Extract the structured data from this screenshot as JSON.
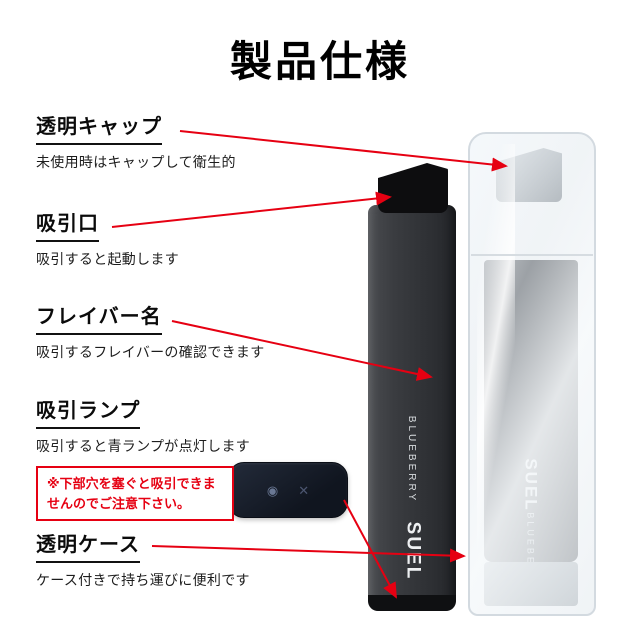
{
  "title": "製品仕様",
  "accent_color": "#e60012",
  "callouts": [
    {
      "heading": "透明キャップ",
      "desc": "未使用時はキャップして衛生的"
    },
    {
      "heading": "吸引口",
      "desc": "吸引すると起動します"
    },
    {
      "heading": "フレイバー名",
      "desc": "吸引するフレイバーの確認できます"
    },
    {
      "heading": "吸引ランプ",
      "desc": "吸引すると青ランプが点灯します",
      "note": "※下部穴を塞ぐと吸引できませんのでご注意下さい。"
    },
    {
      "heading": "透明ケース",
      "desc": "ケース付きで持ち運びに便利です"
    }
  ],
  "device": {
    "brand": "SUEL",
    "flavor": "BLUEBERRY"
  },
  "bottom_view": {
    "lamp_icon": "◉",
    "blocked_icon": "✕"
  }
}
